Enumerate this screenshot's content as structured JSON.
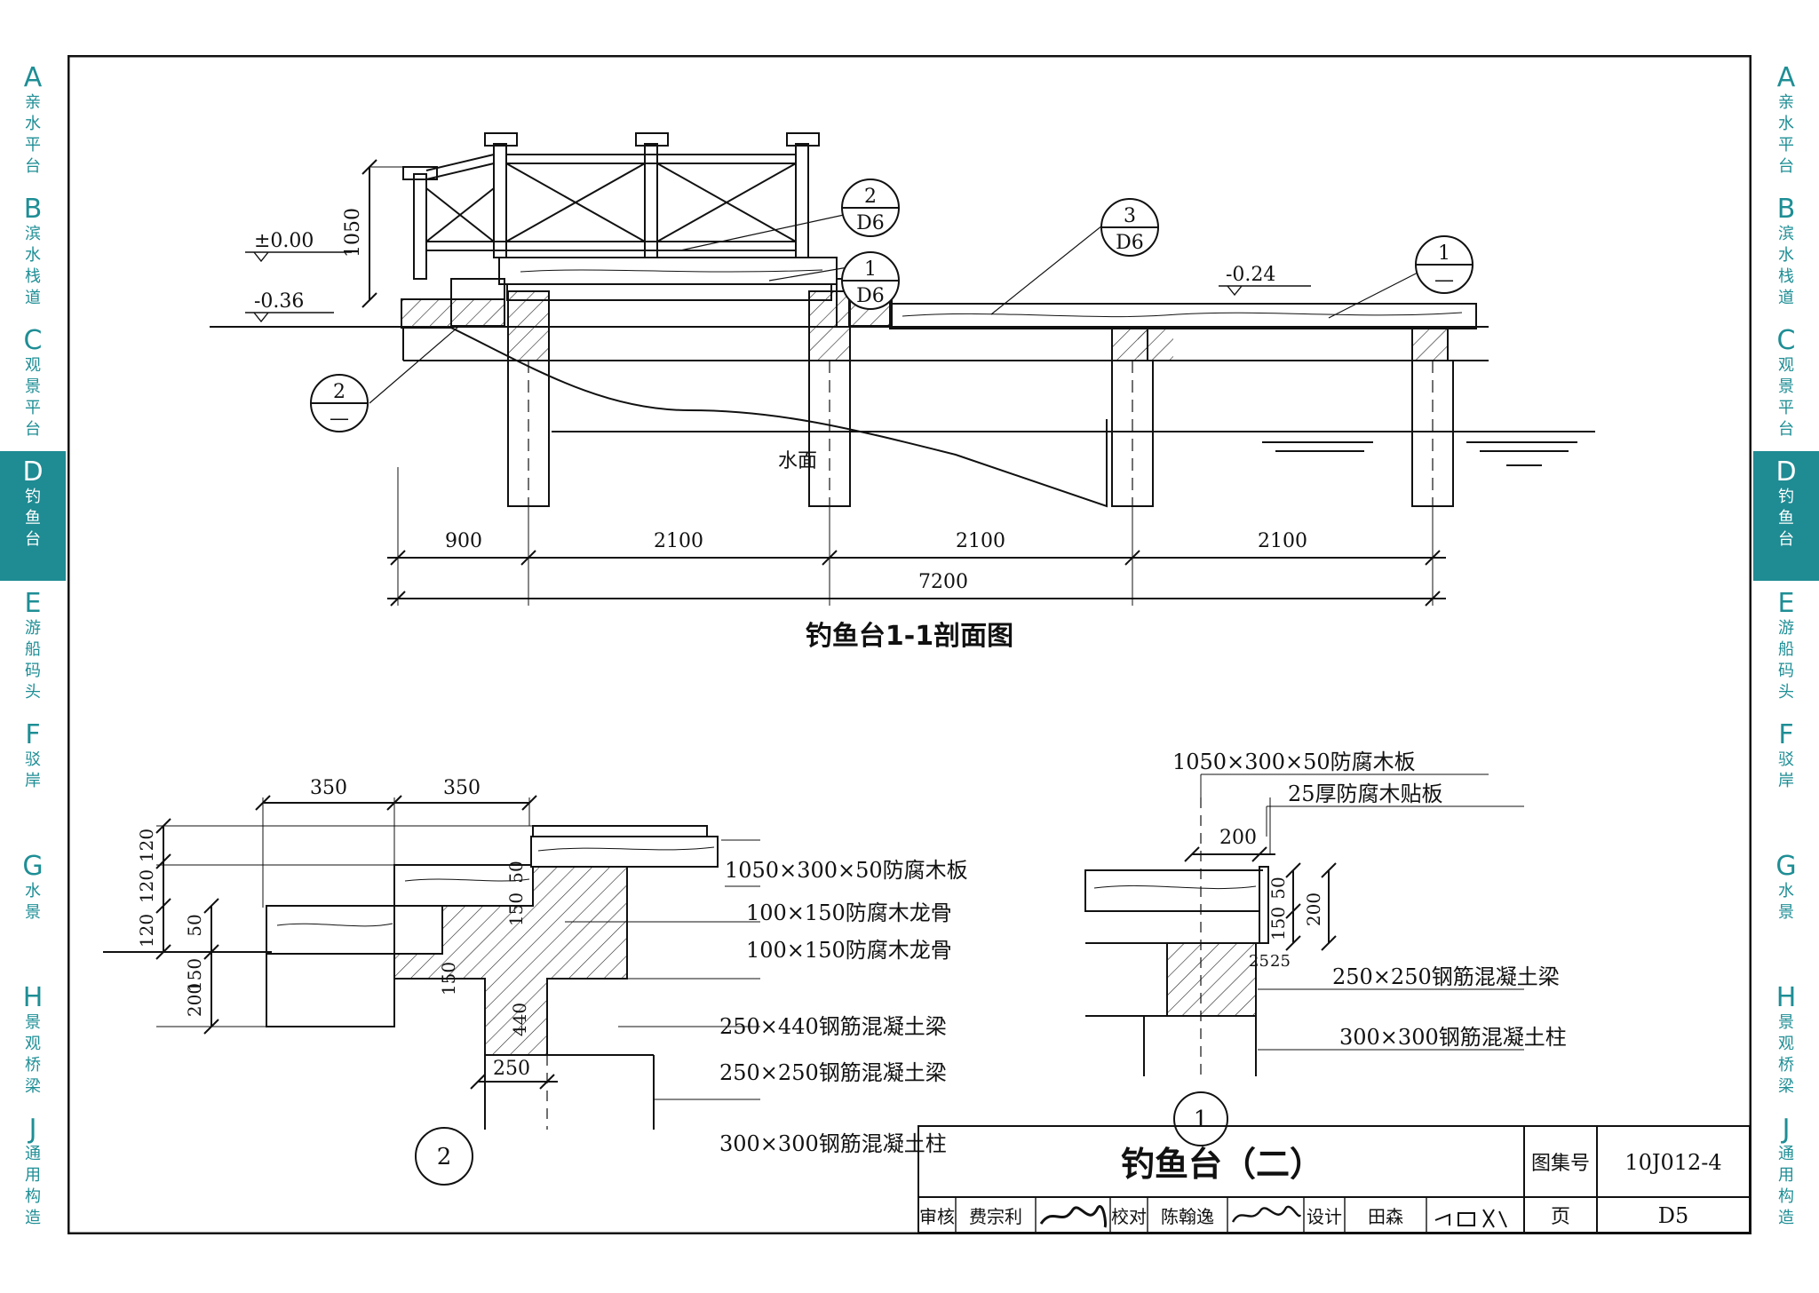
{
  "side_tabs": [
    {
      "letter": "A",
      "name": "亲水平台",
      "active": false
    },
    {
      "letter": "B",
      "name": "滨水栈道",
      "active": false
    },
    {
      "letter": "C",
      "name": "观景平台",
      "active": false
    },
    {
      "letter": "D",
      "name": "钓鱼台",
      "active": true
    },
    {
      "letter": "E",
      "name": "游船码头",
      "active": false
    },
    {
      "letter": "F",
      "name": "驳岸",
      "active": false
    },
    {
      "letter": "G",
      "name": "水景",
      "active": false
    },
    {
      "letter": "H",
      "name": "景观桥梁",
      "active": false
    },
    {
      "letter": "J",
      "name": "通用构造",
      "active": false
    }
  ],
  "accent_color": "#1f8b93",
  "section": {
    "title": "钓鱼台1-1剖面图",
    "height_dim": "1050",
    "levels": {
      "zero": "±0.00",
      "l036": "-0.36",
      "l024": "-0.24"
    },
    "water_label": "水面",
    "dims": {
      "d1": "900",
      "d2": "2100",
      "d3": "2100",
      "d4": "2100",
      "total": "7200"
    },
    "callouts": [
      {
        "num": "2",
        "ref": "D6"
      },
      {
        "num": "1",
        "ref": "D6"
      },
      {
        "num": "3",
        "ref": "D6"
      },
      {
        "num": "1",
        "ref": "—"
      },
      {
        "num": "2",
        "ref": "—"
      }
    ]
  },
  "detail2": {
    "number": "2",
    "dims": {
      "w1": "350",
      "w2": "350",
      "h120a": "120",
      "h120b": "120",
      "h120c": "120",
      "h50a": "50",
      "h150a": "150",
      "h50b": "50",
      "h150b": "150",
      "h200": "200",
      "v150": "150",
      "v440": "440",
      "w250": "250"
    },
    "labels": [
      "1050×300×50防腐木板",
      "100×150防腐木龙骨",
      "100×150防腐木龙骨",
      "250×440钢筋混凝土梁",
      "250×250钢筋混凝土梁",
      "300×300钢筋混凝土柱"
    ]
  },
  "detail1": {
    "number": "1",
    "dims": {
      "w200": "200",
      "h50": "50",
      "h150": "150",
      "h200": "200",
      "t25a": "25",
      "t25b": "25"
    },
    "labels": [
      "1050×300×50防腐木板",
      "25厚防腐木贴板",
      "250×250钢筋混凝土梁",
      "300×300钢筋混凝土柱"
    ]
  },
  "title_block": {
    "title": "钓鱼台（二）",
    "atlas_label": "图集号",
    "atlas_no": "10J012-4",
    "review_label": "审核",
    "reviewer": "费宗利",
    "check_label": "校对",
    "checker": "陈翰逸",
    "design_label": "设计",
    "designer": "田森",
    "page_label": "页",
    "page_no": "D5"
  }
}
